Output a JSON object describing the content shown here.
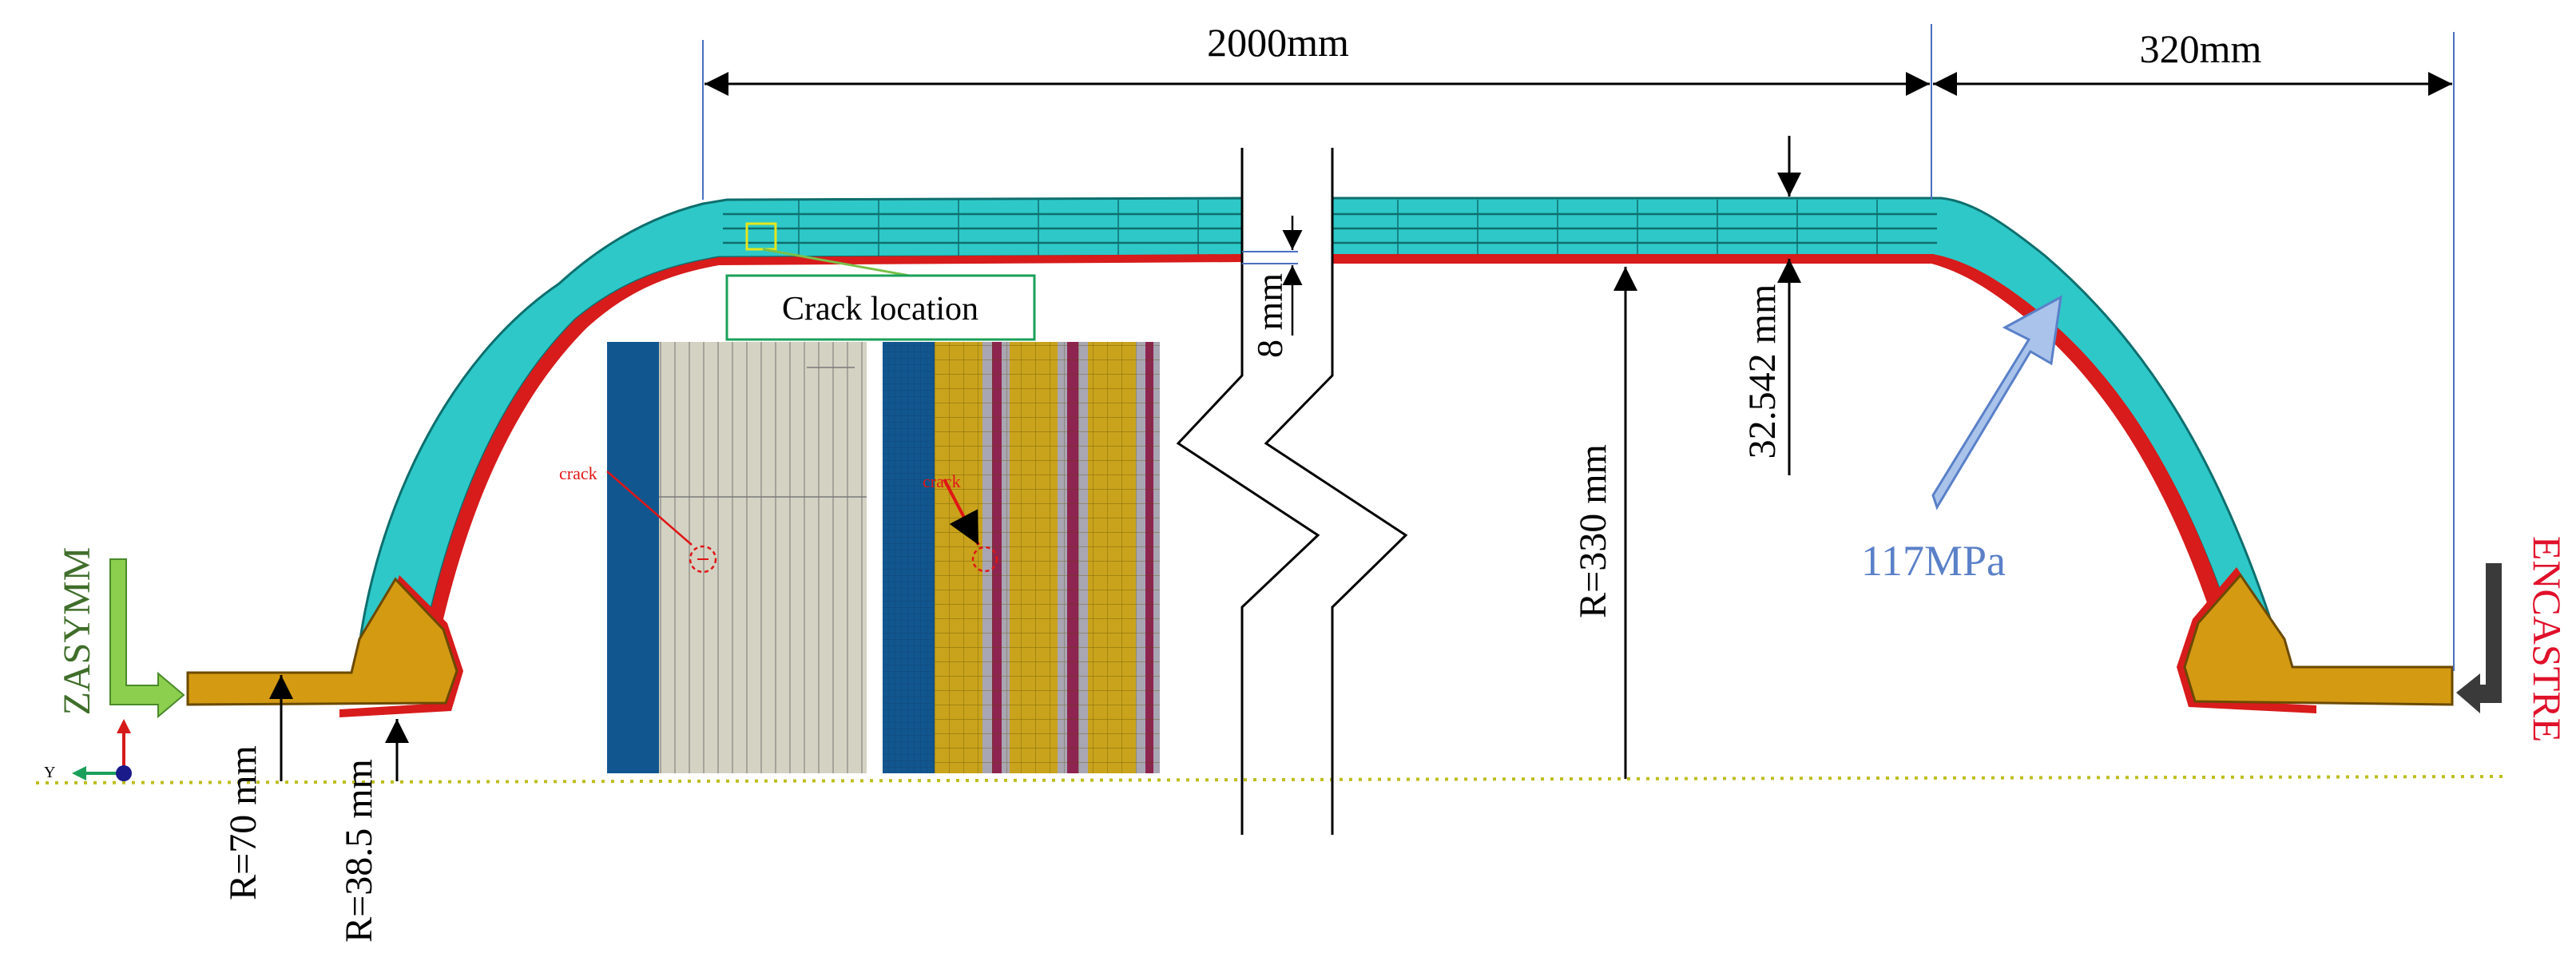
{
  "dimensions": {
    "length_2000": "2000mm",
    "length_320": "320mm",
    "thickness_8": "8 mm",
    "thickness_32": "32.542 mm",
    "radius_330": "R=330 mm",
    "radius_70": "R=70 mm",
    "radius_38": "R=38.5 mm"
  },
  "labels": {
    "crack_location": "Crack location",
    "crack_left": "crack",
    "crack_right": "crack",
    "pressure": "117MPa",
    "bc_left": "ZASYMM",
    "bc_right": "ENCASTRE",
    "axis_y": "Y"
  },
  "colors": {
    "composite": "#2ec8c8",
    "composite_edge": "#0f6e6e",
    "liner": "#d81b1b",
    "boss": "#d49a12",
    "boss_edge": "#6b4a00",
    "inset_blue": "#12568f",
    "inset_beige": "#d4d2c2",
    "inset_gold": "#c9a31c",
    "inset_purple": "#8e2450",
    "inset_gray": "#a9a6b3",
    "green_text": "#3f6e2a",
    "green_arrow": "#8ccf4f",
    "pressure_blue": "#5a80c8",
    "arrow_fill": "#a9c3ea",
    "red_text": "#e0102a",
    "axis_dot": "#bdbd1e"
  }
}
